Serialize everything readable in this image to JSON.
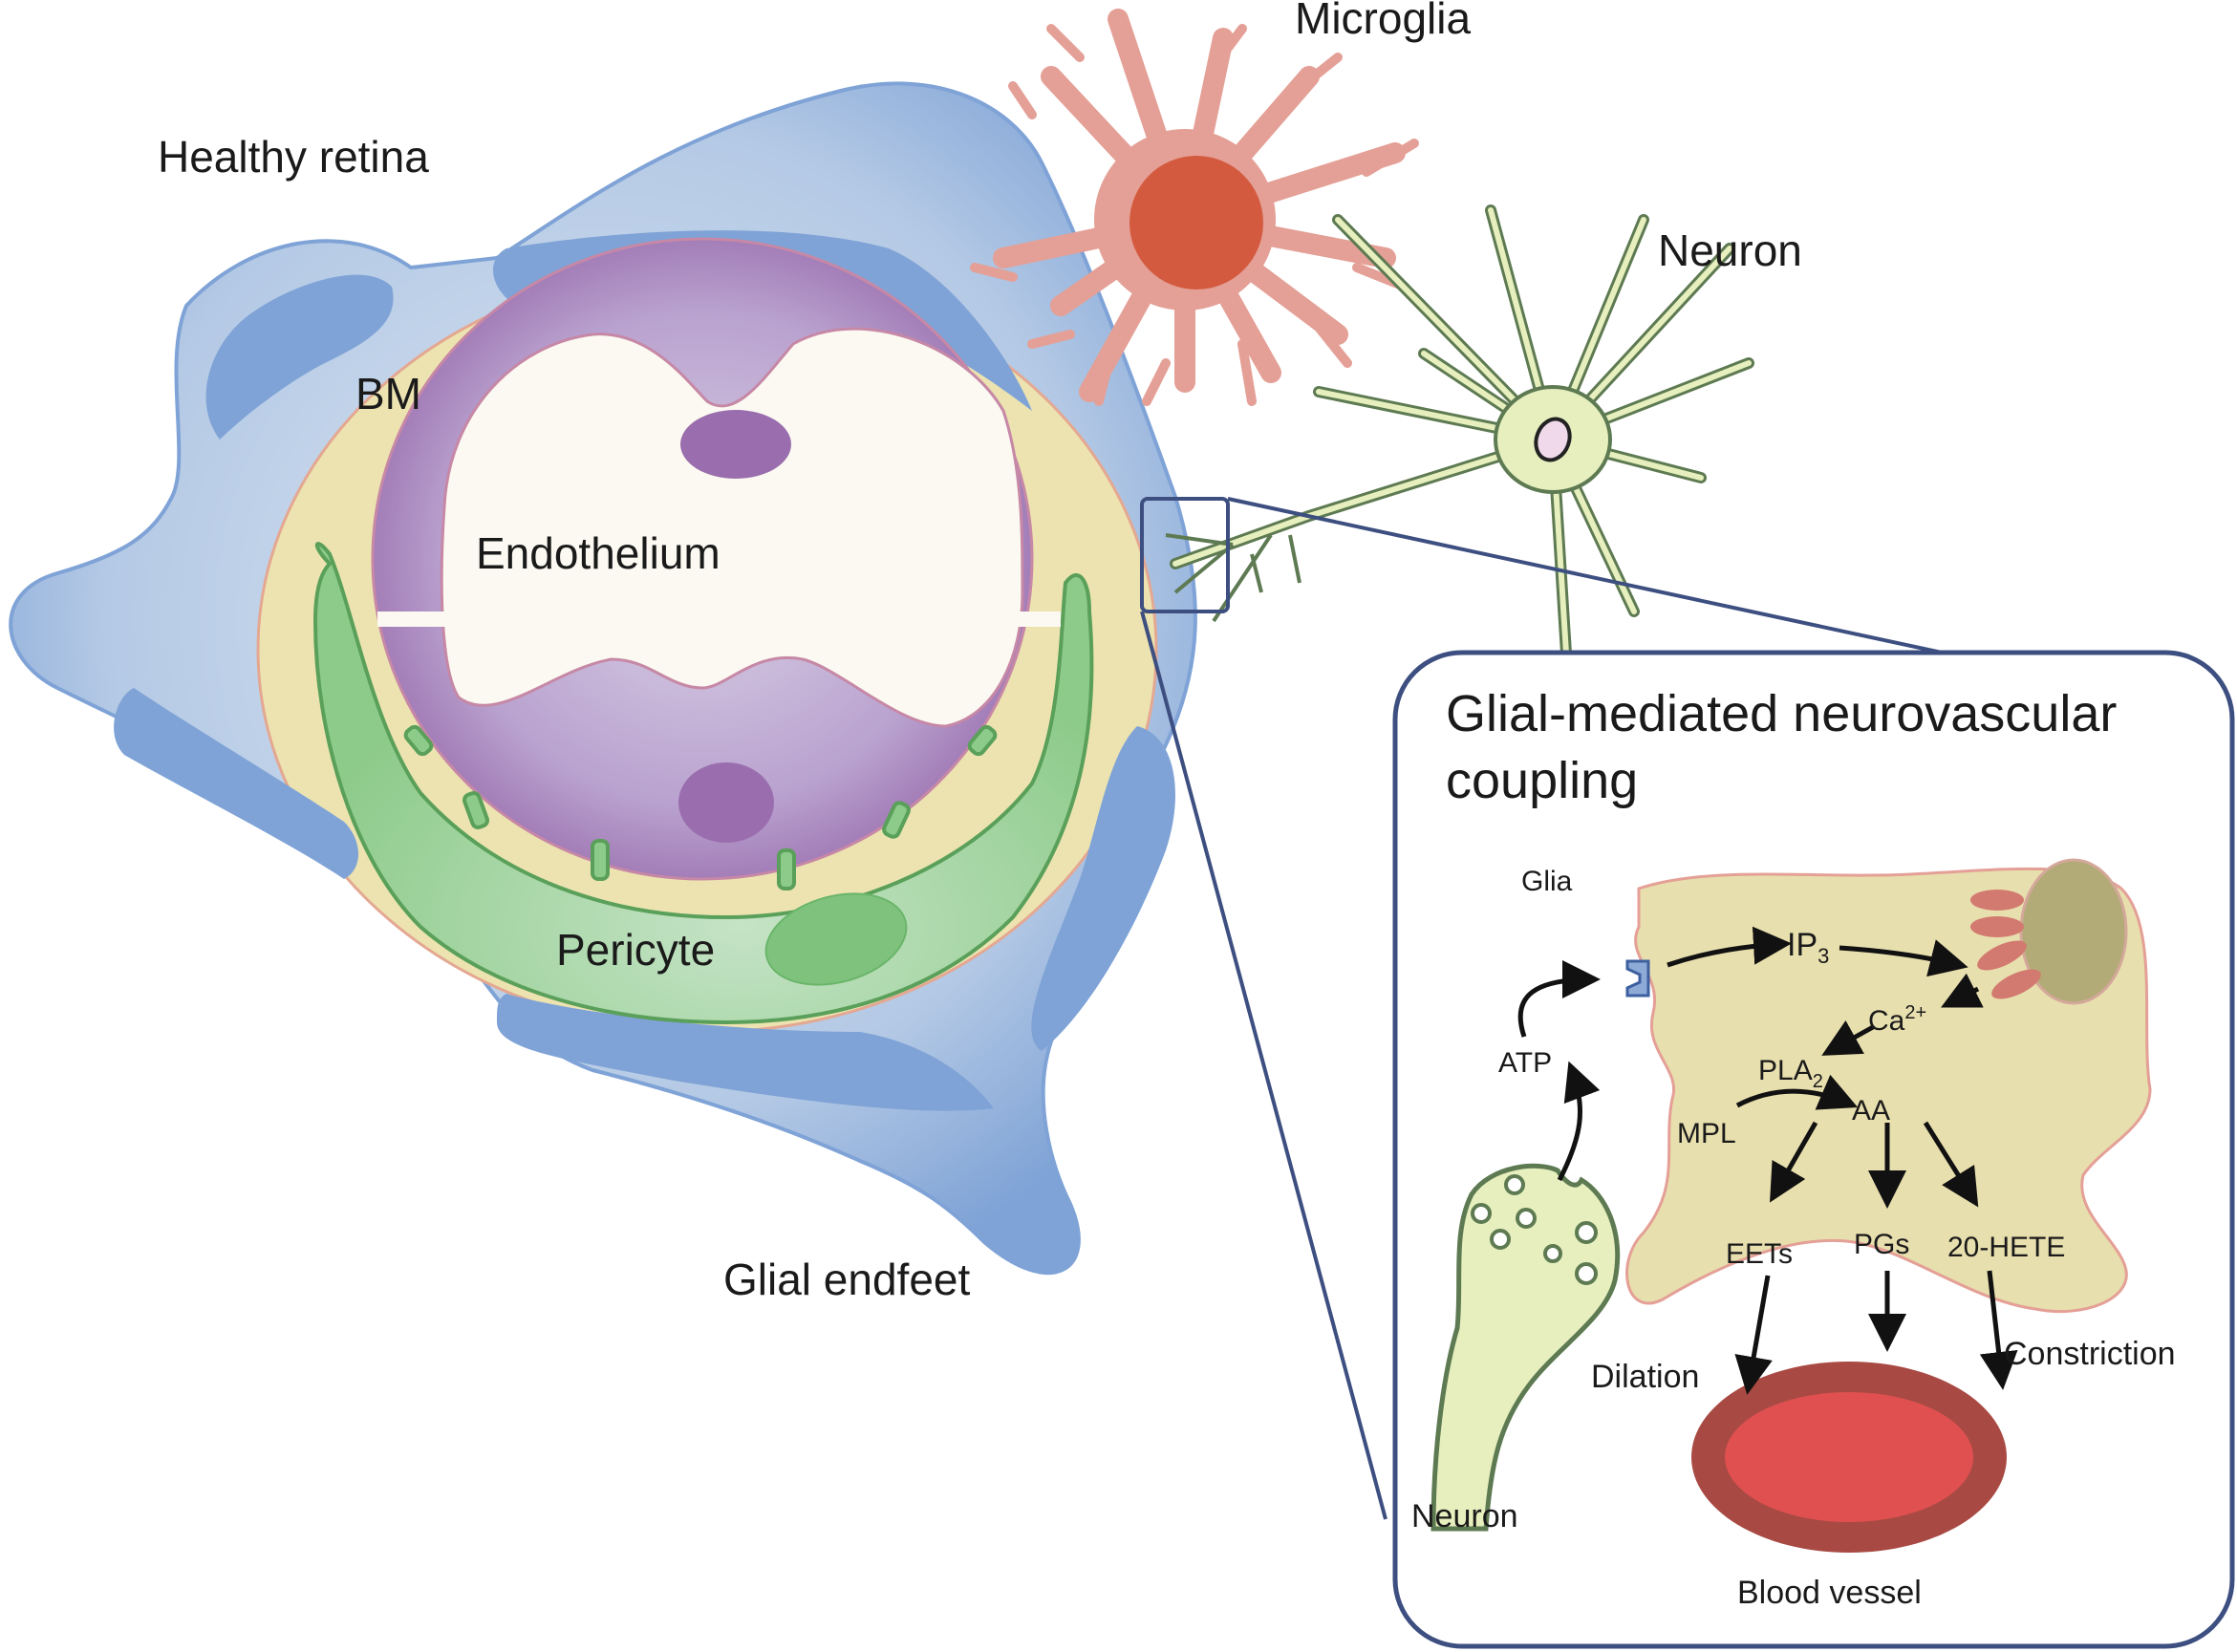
{
  "figure": {
    "labels": {
      "healthy_retina": "Healthy retina",
      "bm": "BM",
      "endothelium": "Endothelium",
      "pericyte": "Pericyte",
      "glial_endfeet": "Glial endfeet",
      "microglia": "Microglia",
      "neuron_top": "Neuron"
    },
    "colors": {
      "glia_blue": "#7fa3d6",
      "glia_blue_light": "#bcd0e6",
      "basement_membrane": "#ece3b0",
      "endothelium_purple": "#9a6eae",
      "endothelium_light": "#c5b3d6",
      "lumen": "#fbf9f1",
      "pericyte_green": "#8dcb8a",
      "microglia_pink": "#e4a096",
      "microglia_nucleus": "#d45a3f",
      "neuron_green": "#e6efbd",
      "neuron_outline": "#5e7a52",
      "inset_border": "#3d4f80",
      "glia_cell": "#e8dfae",
      "er_body": "#b2ab77",
      "er_stack": "#d37a70",
      "receptor": "#8eabd8",
      "vessel_outer": "#a84a43",
      "vessel_inner": "#e05050"
    }
  },
  "inset": {
    "title_line1": "Glial-mediated neurovascular",
    "title_line2": "coupling",
    "glia_label": "Glia",
    "ip3": "IP",
    "ip3_sub": "3",
    "ca": "Ca",
    "ca_sup": "2+",
    "atp": "ATP",
    "pla2": "PLA",
    "pla2_sub": "2",
    "aa": "AA",
    "mpl": "MPL",
    "eets": "EETs",
    "pgs": "PGs",
    "hete": "20-HETE",
    "dilation": "Dilation",
    "constriction": "Constriction",
    "neuron_label": "Neuron",
    "vessel_label": "Blood vessel"
  }
}
